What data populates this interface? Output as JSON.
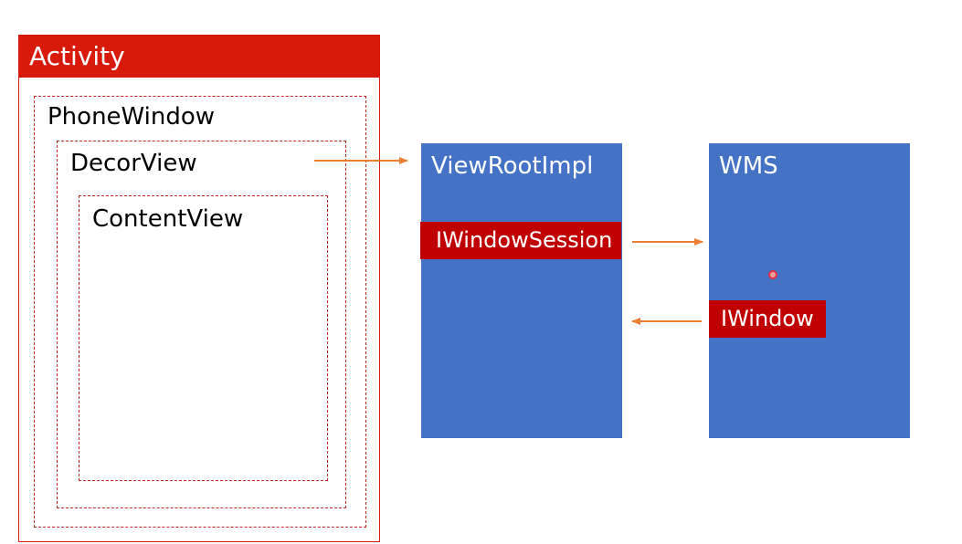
{
  "activity": {
    "title": "Activity"
  },
  "phone_window": {
    "label": "PhoneWindow"
  },
  "decor_view": {
    "label": "DecorView"
  },
  "content_view": {
    "label": "ContentView"
  },
  "view_root_impl": {
    "label": "ViewRootImpl",
    "session_tag": "IWindowSession"
  },
  "wms": {
    "label": "WMS",
    "window_tag": "IWindow"
  },
  "colors": {
    "activity_red": "#d81a0b",
    "tag_red": "#c00000",
    "block_blue": "#4472c4",
    "arrow_orange": "#ed7d31"
  }
}
